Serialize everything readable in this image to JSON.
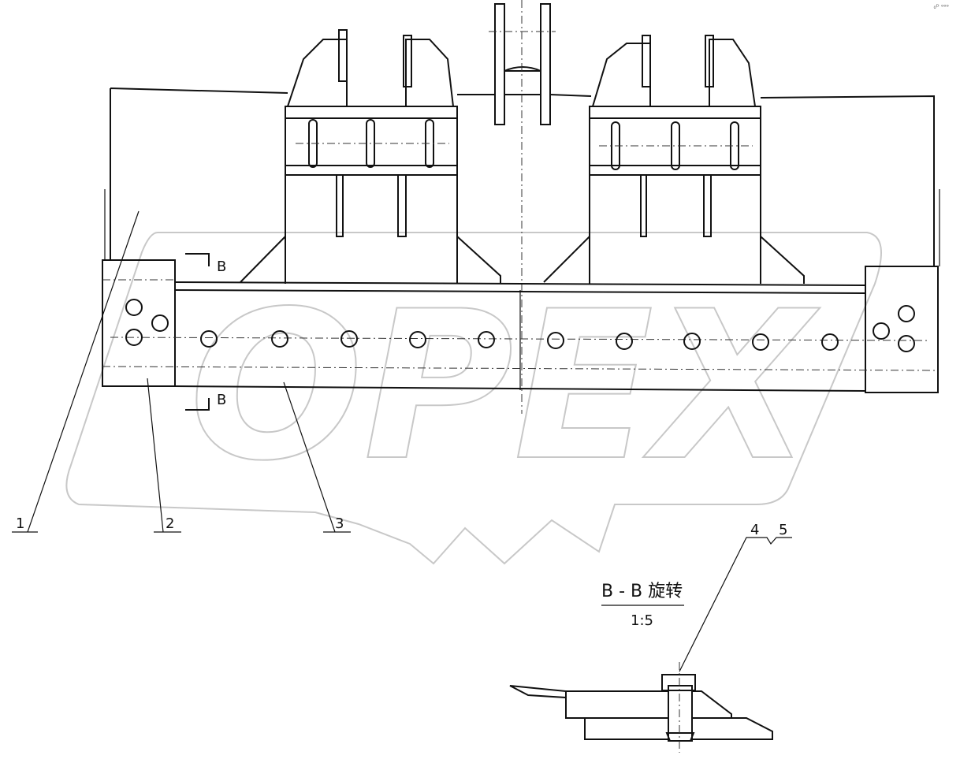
{
  "corner_text": "₀ᴰ ᵒᵒᵒ",
  "watermark": {
    "text": "OPEX"
  },
  "callouts": [
    "1",
    "2",
    "3",
    "4",
    "5"
  ],
  "section_marks": {
    "top": "B",
    "bottom": "B"
  },
  "section_view": {
    "title": "B - B 旋转",
    "scale": "1:5"
  },
  "colors": {
    "line": "#111111",
    "watermark": "#c8c8c8"
  }
}
